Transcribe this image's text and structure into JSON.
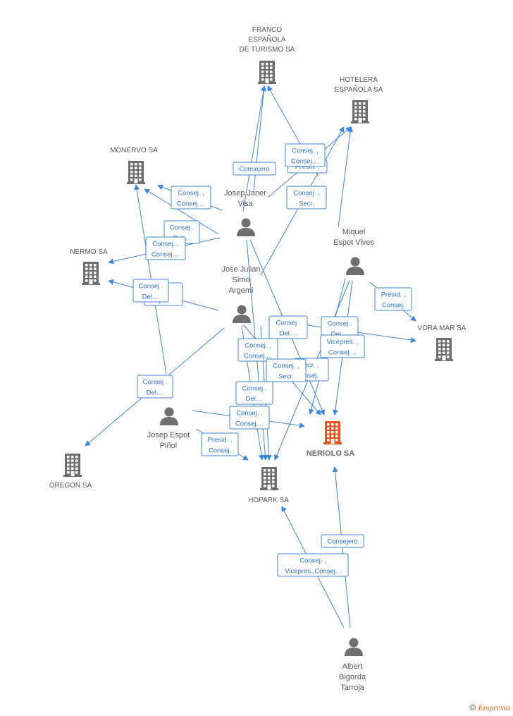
{
  "companies": [
    {
      "id": "franco",
      "label_lines": [
        "FRANCO",
        "ESPAÑOLA",
        "DE TURISMO SA"
      ]
    },
    {
      "id": "hotelera",
      "label_lines": [
        "HOTELERA",
        "ESPAÑOLA SA"
      ]
    },
    {
      "id": "monervo",
      "label_lines": [
        "MONERVO SA"
      ]
    },
    {
      "id": "nermo",
      "label_lines": [
        "NERMO SA"
      ]
    },
    {
      "id": "vora",
      "label_lines": [
        "VORA MAR SA"
      ]
    },
    {
      "id": "oregon",
      "label_lines": [
        "OREGON SA"
      ]
    },
    {
      "id": "hopark",
      "label_lines": [
        "HOPARK SA"
      ]
    },
    {
      "id": "neriolo",
      "label_lines": [
        "NERIOLO SA"
      ],
      "focus": true
    }
  ],
  "people": [
    {
      "id": "josep_janer",
      "label_lines": [
        "Josep Janer",
        "Visa"
      ]
    },
    {
      "id": "miquel",
      "label_lines": [
        "Miquel",
        "Espot Vives"
      ]
    },
    {
      "id": "jose_julian",
      "label_lines": [
        "Jose Julian",
        "Simo",
        "Argemi"
      ]
    },
    {
      "id": "josep_espot",
      "label_lines": [
        "Josep Espot",
        "Piñol"
      ]
    },
    {
      "id": "albert",
      "label_lines": [
        "Albert",
        "Bigorda",
        "Tarroja"
      ]
    }
  ],
  "role_boxes": [
    {
      "id": "r1",
      "lines": [
        "Consejero"
      ]
    },
    {
      "id": "r2b",
      "lines": [
        "Presid. ,"
      ]
    },
    {
      "id": "r2",
      "lines": [
        "Consej. ,",
        "Consej...."
      ]
    },
    {
      "id": "r3",
      "lines": [
        "Consej. ,",
        "Consej...."
      ]
    },
    {
      "id": "r4",
      "lines": [
        "Consej. ,",
        "Secr."
      ]
    },
    {
      "id": "r5",
      "lines": [
        "Consej .",
        "Del...."
      ]
    },
    {
      "id": "r6",
      "lines": [
        "Consej. ,",
        "Consej...."
      ]
    },
    {
      "id": "r7b",
      "lines": [
        "j. ,",
        "j...."
      ]
    },
    {
      "id": "r7",
      "lines": [
        "Consej .",
        "Del...."
      ]
    },
    {
      "id": "r8",
      "lines": [
        "Presid. ,",
        "Consej."
      ]
    },
    {
      "id": "r9",
      "lines": [
        "Consej .",
        "Del...."
      ]
    },
    {
      "id": "r10",
      "lines": [
        "Consej .",
        "Del...."
      ]
    },
    {
      "id": "r11",
      "lines": [
        "Vicepres. ,",
        "Consej...."
      ]
    },
    {
      "id": "r12",
      "lines": [
        "Consej. ,",
        "Consej...."
      ]
    },
    {
      "id": "r13b",
      "lines": [
        "ecr. ,",
        "nsej."
      ]
    },
    {
      "id": "r13",
      "lines": [
        "Consej. ,",
        "Secr."
      ]
    },
    {
      "id": "r14",
      "lines": [
        "Consej .",
        "Del...."
      ]
    },
    {
      "id": "r15",
      "lines": [
        "Consej .",
        "Del...."
      ]
    },
    {
      "id": "r16",
      "lines": [
        "Consej. ,",
        "Consej...."
      ]
    },
    {
      "id": "r17",
      "lines": [
        "Presid. ,",
        "Consej."
      ]
    },
    {
      "id": "r18",
      "lines": [
        "Consejero"
      ]
    },
    {
      "id": "r19",
      "lines": [
        "Consej. ,",
        "Vicepres.,Consej..."
      ]
    }
  ],
  "colors": {
    "edge": "#3d86dd",
    "icon": "#6f6f6f",
    "focus_icon": "#e8521f",
    "role_text": "#2a6fc4"
  },
  "footer": {
    "copyright": "©",
    "brand": "Empresia"
  }
}
